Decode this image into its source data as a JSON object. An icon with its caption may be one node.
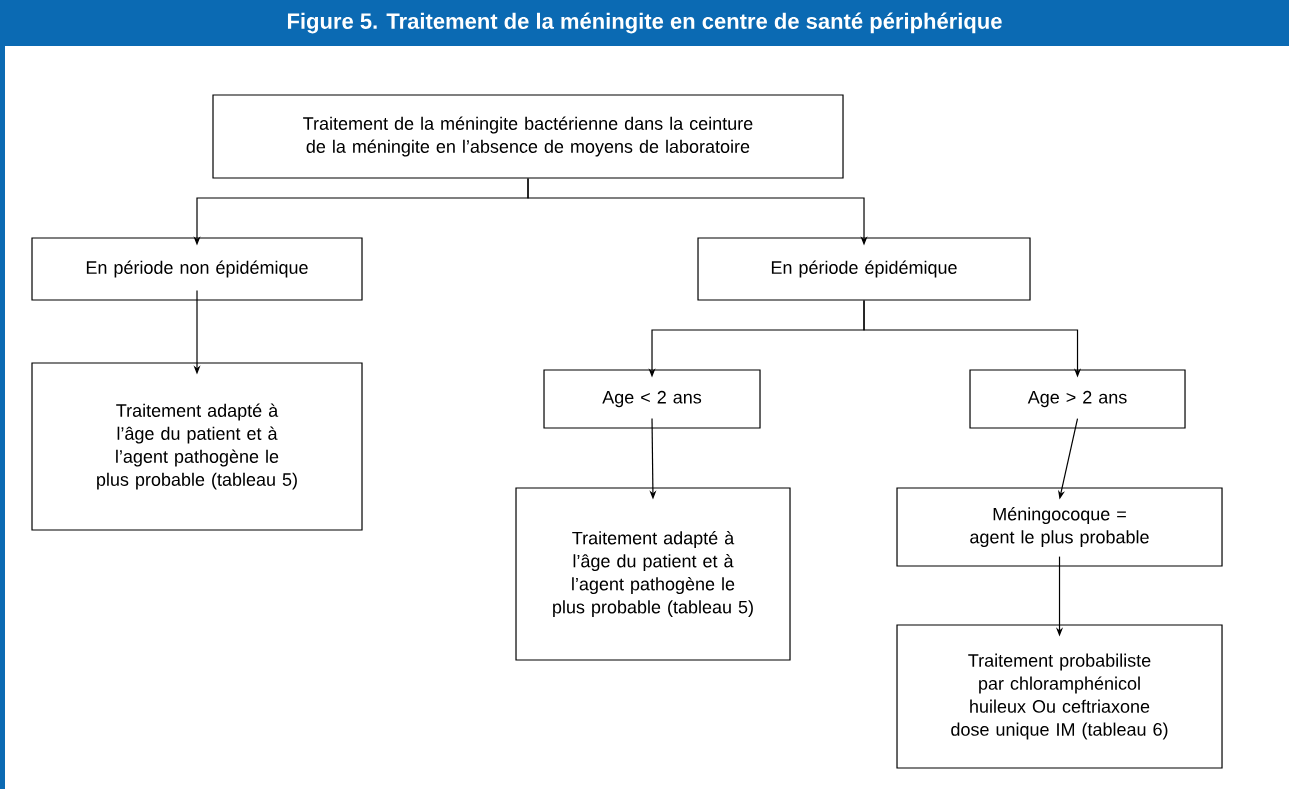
{
  "diagram": {
    "title": "Figure 5. Traitement de la méningite en centre de santé périphérique",
    "nodes": [
      {
        "text": [
          "Traitement de la méningite bactérienne dans la ceinture de la méningite en l’absence de moyens de laboratoire"
        ]
      },
      {
        "text": [
          "En période non  épidémique"
        ]
      },
      {
        "text": [
          "En période épidémique"
        ]
      },
      {
        "text": [
          "Traitement adapté à l’âge du patient et à l’agent pathogène le plus probable (tableau 5)"
        ]
      },
      {
        "text": [
          "Age < 2 ans"
        ]
      },
      {
        "text": [
          "Age > 2 ans"
        ]
      },
      {
        "text": [
          "Traitement adapté à l’âge du patient et à l’agent pathogène le plus probable (tableau 5)"
        ]
      },
      {
        "text": [
          "Méningocoque = agent le plus probable"
        ]
      },
      {
        "text": [
          "Traitement probabiliste par chloramphénicol huileux Ou ceftriaxone dose unique IM (tableau 6)"
        ]
      }
    ],
    "edges": [
      {
        "from": 0,
        "to": 1,
        "arrow": "to"
      },
      {
        "from": 0,
        "to": 2,
        "arrow": "to"
      },
      {
        "from": 1,
        "to": 3,
        "arrow": "to"
      },
      {
        "from": 2,
        "to": 4,
        "arrow": "to"
      },
      {
        "from": 2,
        "to": 5,
        "arrow": "to"
      },
      {
        "from": 4,
        "to": 6,
        "arrow": "to"
      },
      {
        "from": 5,
        "to": 7,
        "arrow": "to"
      },
      {
        "from": 7,
        "to": 8,
        "arrow": "to"
      }
    ]
  }
}
